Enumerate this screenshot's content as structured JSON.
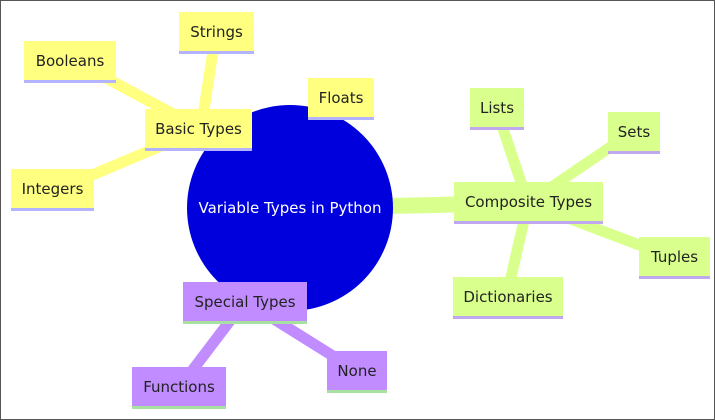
{
  "colors": {
    "root_fill": "#0000dd",
    "yellow_fill": "#ffff80",
    "yellow_line": "#ffff80",
    "yellow_border": "#b3b3ff",
    "green_fill": "#d9ff8c",
    "green_line": "#d9ff8c",
    "green_border": "#c0a8f0",
    "purple_fill": "#c08cff",
    "purple_line": "#c08cff",
    "purple_border": "#a7e0a0"
  },
  "mindmap": {
    "root": "Variable Types in Python",
    "basic": {
      "label": "Basic Types",
      "children": [
        "Strings",
        "Booleans",
        "Floats",
        "Integers"
      ]
    },
    "composite": {
      "label": "Composite Types",
      "children": [
        "Lists",
        "Sets",
        "Tuples",
        "Dictionaries"
      ]
    },
    "special": {
      "label": "Special Types",
      "children": [
        "Functions",
        "None"
      ]
    }
  }
}
